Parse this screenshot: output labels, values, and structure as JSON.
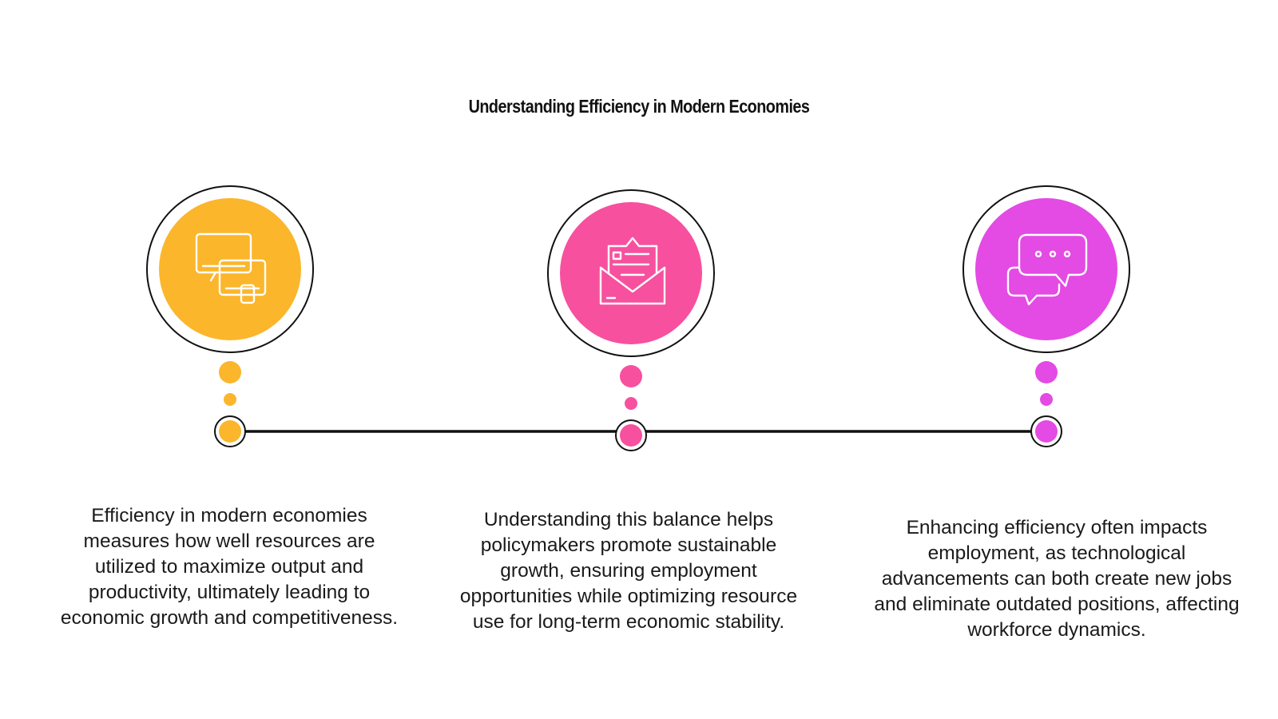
{
  "title": "Understanding Efficiency in Modern Economies",
  "steps": [
    {
      "icon": "devices-icon",
      "color": "#FBB62B",
      "description": "Efficiency in modern economies measures how well resources are utilized to maximize output and productivity, ultimately leading to economic growth and competitiveness."
    },
    {
      "icon": "mail-envelope-icon",
      "color": "#F7509E",
      "description": "Understanding this balance helps policymakers promote sustainable growth, ensuring employment opportunities while optimizing resource use for long-term economic stability."
    },
    {
      "icon": "chat-bubbles-icon",
      "color": "#E44AE4",
      "description": "Enhancing efficiency often impacts employment, as technological advancements can both create new jobs and eliminate outdated positions, affecting workforce dynamics."
    }
  ],
  "colors": {
    "line": "#111111",
    "ring": "#111111",
    "icon_stroke": "#ffffff"
  }
}
